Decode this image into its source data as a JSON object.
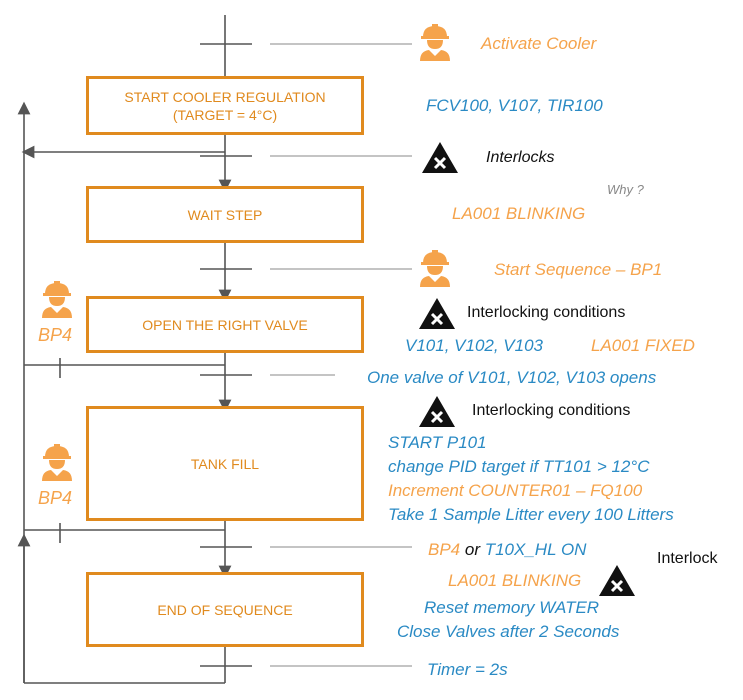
{
  "steps": {
    "s1": {
      "line1": "START COOLER REGULATION",
      "line2": "(TARGET = 4°C)"
    },
    "s2": {
      "label": "WAIT STEP"
    },
    "s3": {
      "label": "OPEN THE RIGHT VALVE"
    },
    "s4": {
      "label": "TANK FILL"
    },
    "s5": {
      "label": "END OF SEQUENCE"
    }
  },
  "annotations": {
    "activate_cooler": "Activate Cooler",
    "s1_action": "FCV100, V107, TIR100",
    "interlocks": "Interlocks",
    "why": "Why ?",
    "la001_blinking_1": "LA001 BLINKING",
    "start_sequence": "Start Sequence – BP1",
    "interlocking_conditions_1": "Interlocking conditions",
    "s3_valves": "V101, V102, V103",
    "la001_fixed": "LA001 FIXED",
    "valve_opens": "One valve of V101, V102, V103 opens",
    "interlocking_conditions_2": "Interlocking conditions",
    "start_p101": "START P101",
    "change_pid": "change PID target if TT101 > 12°C",
    "increment_counter": "Increment COUNTER01 – FQ100",
    "take_sample": "Take 1 Sample Litter every 100 Litters",
    "bp4_cond": "BP4",
    "or_word": " or ",
    "t10x": "T10X_HL ON",
    "interlock": "Interlock",
    "la001_blinking_2": "LA001 BLINKING",
    "reset_memory": "Reset memory WATER",
    "close_valves": "Close Valves after 2 Seconds",
    "timer": "Timer = 2s",
    "bp4_left_1": "BP4",
    "bp4_left_2": "BP4"
  },
  "icons": {
    "operator": "worker-hardhat-icon",
    "warning": "warning-triangle-icon"
  },
  "colors": {
    "orange": "#E08A1E",
    "light_orange": "#F5A34B",
    "blue": "#2A8AC4",
    "line": "#555555"
  }
}
